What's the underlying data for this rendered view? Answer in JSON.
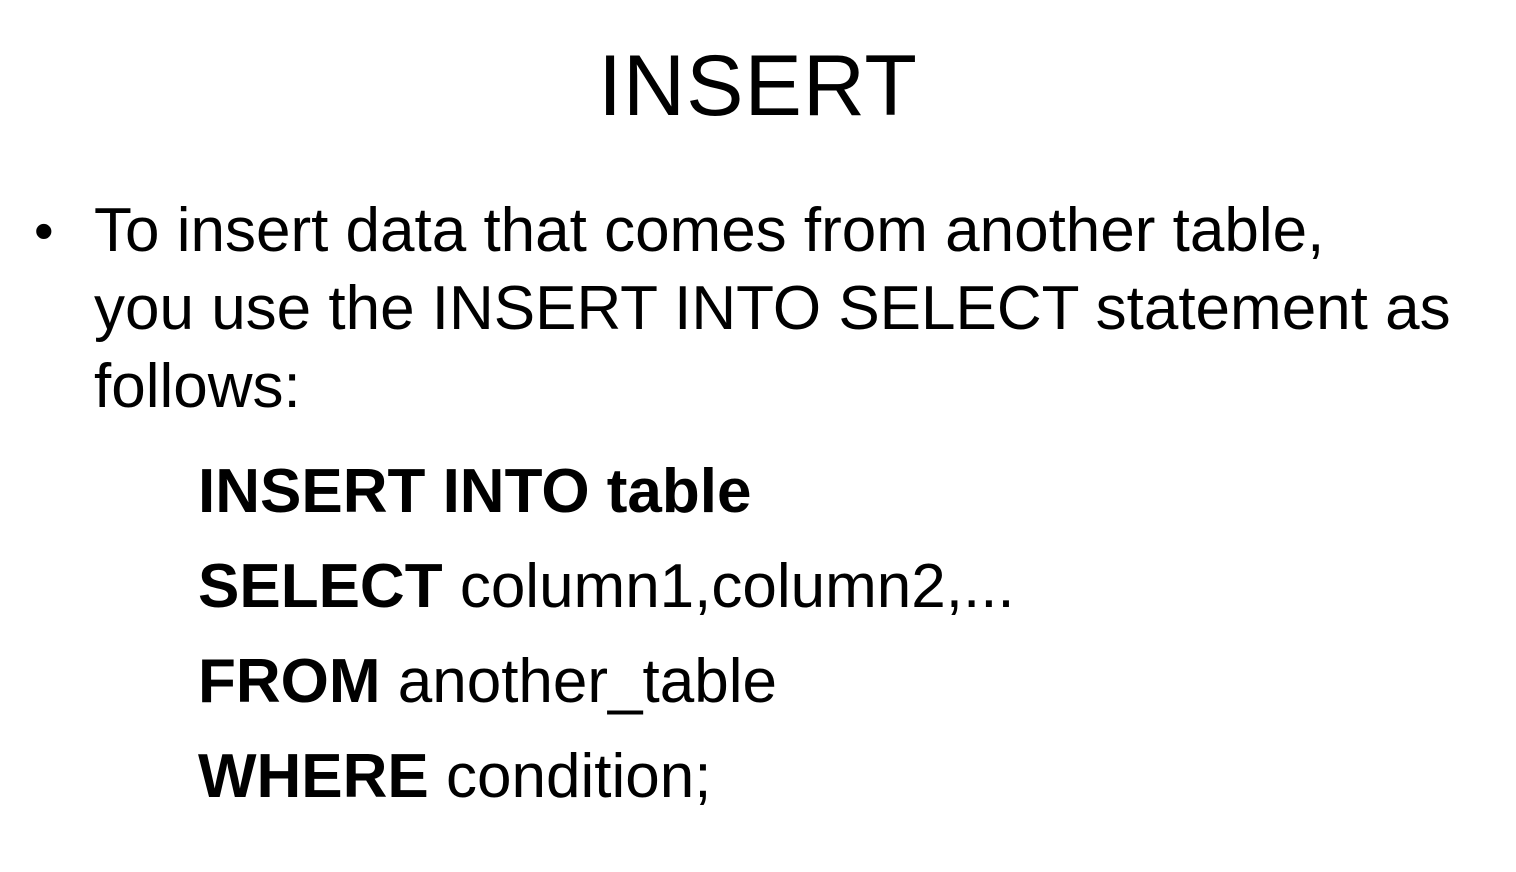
{
  "slide": {
    "title": "INSERT",
    "bullet": {
      "symbol": "•",
      "lines": [
        "To insert data that comes from another table,",
        "you use the INSERT INTO SELECT statement as",
        "follows:"
      ]
    },
    "code": [
      {
        "keyword": "INSERT INTO table",
        "rest": ""
      },
      {
        "keyword": "SELECT",
        "rest": " column1,column2,..."
      },
      {
        "keyword": "FROM",
        "rest": " another_table"
      },
      {
        "keyword": "WHERE",
        "rest": " condition;"
      }
    ]
  }
}
